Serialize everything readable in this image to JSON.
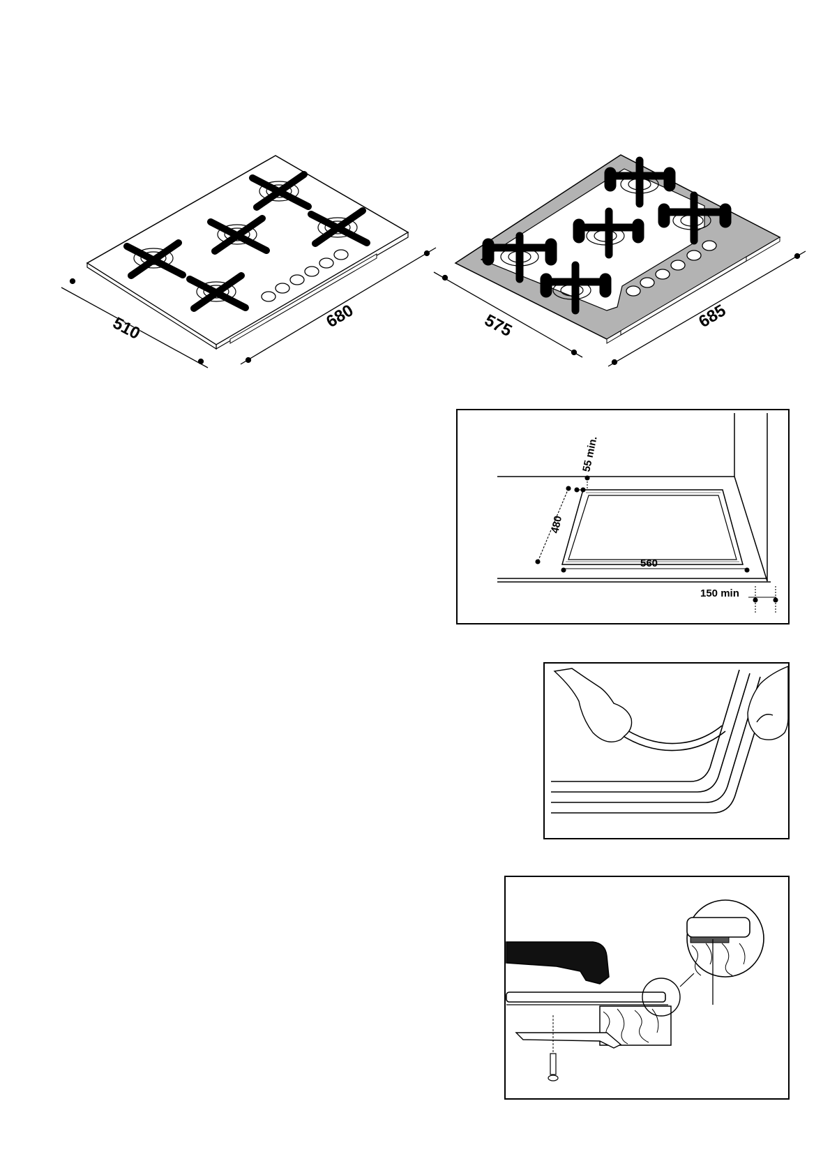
{
  "hob_left": {
    "depth": "510",
    "width": "680"
  },
  "hob_right": {
    "depth": "575",
    "width": "685"
  },
  "cutout": {
    "min_rear": "55 min.",
    "depth": "480",
    "width": "560",
    "min_side": "150 min"
  },
  "colors": {
    "line": "#000000",
    "frame_grey": "#b3b3b3",
    "wood_fill": "#ffffff"
  }
}
